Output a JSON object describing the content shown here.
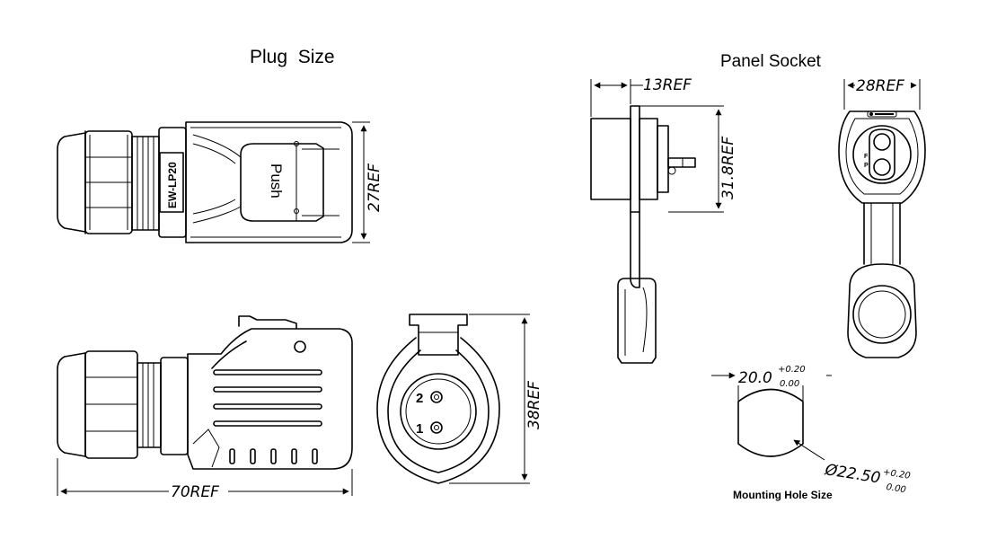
{
  "titles": {
    "plug_size": "Plug  Size",
    "panel_socket": "Panel Socket"
  },
  "plug": {
    "model_label": "EW-LP20",
    "push_label": "Push",
    "height_dim": "27REF",
    "length_dim": "70REF",
    "face_height_dim": "38REF",
    "pin_2": "2",
    "pin_1": "1"
  },
  "socket": {
    "depth_dim": "13REF",
    "height_dim": "31.8REF",
    "width_dim": "28REF",
    "pin_f": "F",
    "pin_p": "P"
  },
  "mounting_hole": {
    "width_base": "20.0",
    "width_tol_upper": "+0.20",
    "width_tol_lower": "0.00",
    "diameter_base": "Ø22.50",
    "diameter_tol_upper": "+0.20",
    "diameter_tol_lower": "0.00",
    "caption": "Mounting Hole Size"
  }
}
